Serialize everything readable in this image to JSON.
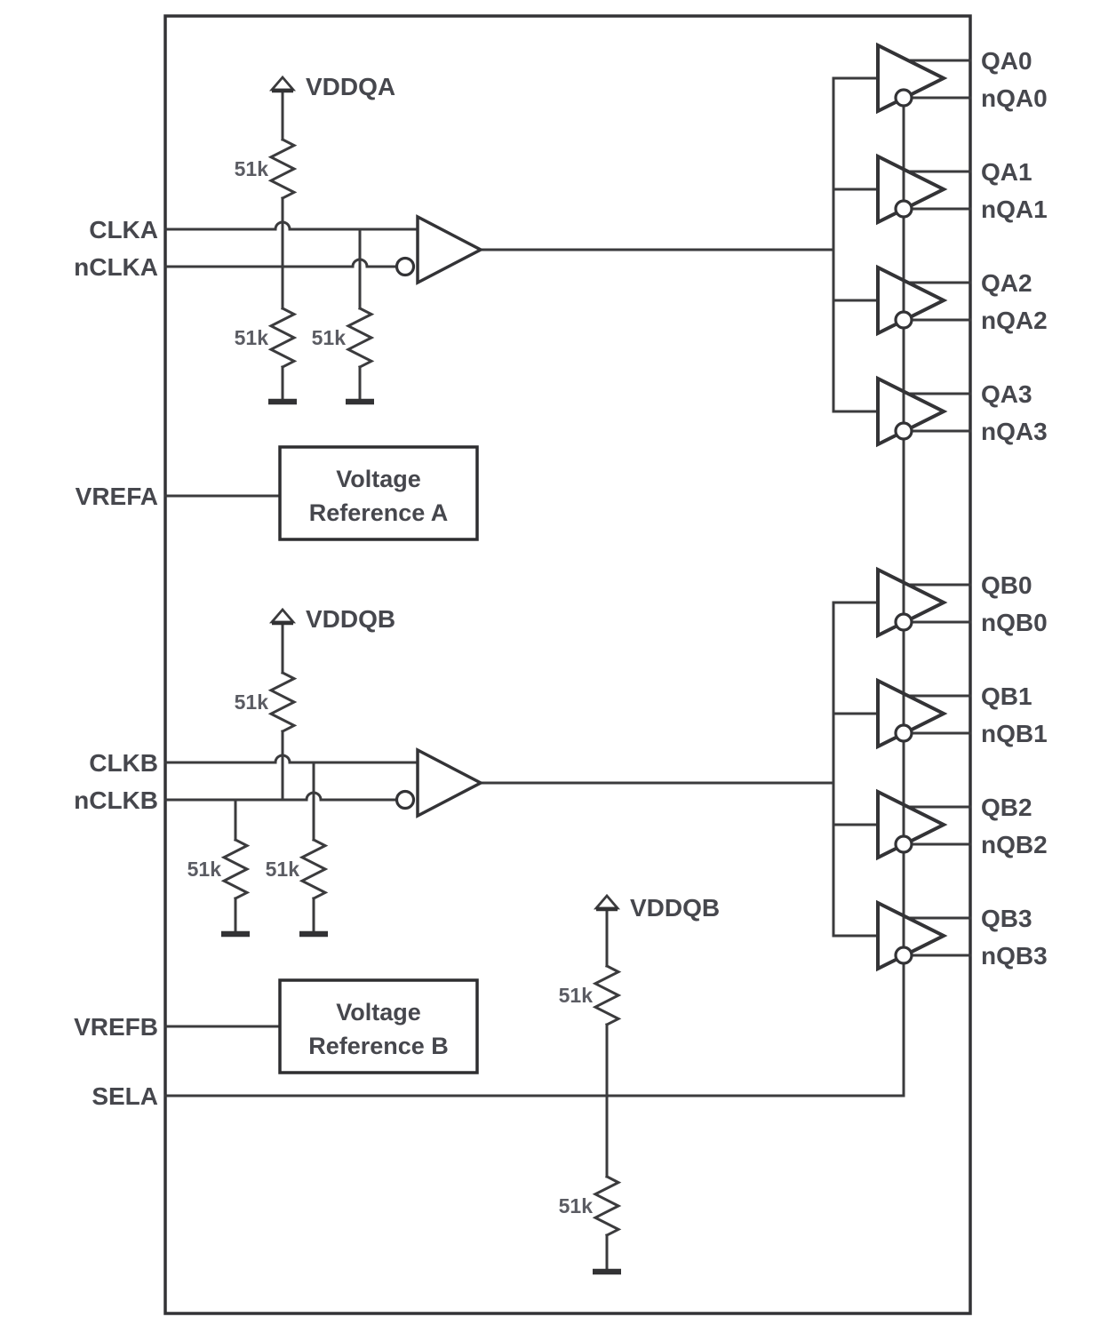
{
  "colors": {
    "background": "#ffffff",
    "line": "#3b3b3d",
    "text": "#46474d"
  },
  "resistor_value": "51k",
  "power": {
    "vddqa": "VDDQA",
    "vddqb": "VDDQB",
    "vddqb_bias": "VDDQB"
  },
  "inputs": {
    "clka": "CLKA",
    "nclka": "nCLKA",
    "vrefa": "VREFA",
    "clkb": "CLKB",
    "nclkb": "nCLKB",
    "vrefb": "VREFB",
    "sela": "SELA"
  },
  "outputs": {
    "qa0": "QA0",
    "nqa0": "nQA0",
    "qa1": "QA1",
    "nqa1": "nQA1",
    "qa2": "QA2",
    "nqa2": "nQA2",
    "qa3": "QA3",
    "nqa3": "nQA3",
    "qb0": "QB0",
    "nqb0": "nQB0",
    "qb1": "QB1",
    "nqb1": "nQB1",
    "qb2": "QB2",
    "nqb2": "nQB2",
    "qb3": "QB3",
    "nqb3": "nQB3"
  },
  "blocks": {
    "vref_a": {
      "line1": "Voltage",
      "line2": "Reference A"
    },
    "vref_b": {
      "line1": "Voltage",
      "line2": "Reference B"
    }
  }
}
